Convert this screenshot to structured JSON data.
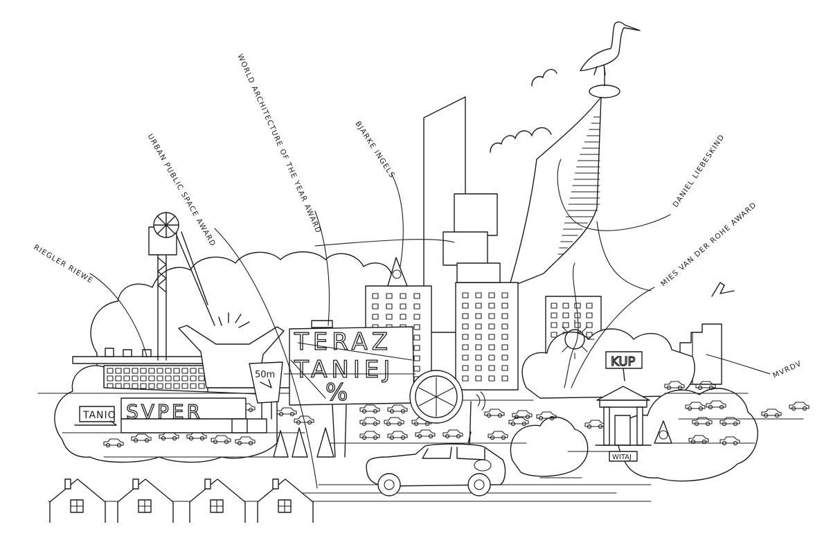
{
  "labels": {
    "riegler_riewe": "RIEGLER RIEWE",
    "urban_public_space": "URBAN PUBLIC SPACE AWARD",
    "world_architecture": "WORLD ARCHITECTURE OF THE YEAR AWARD",
    "bjarke_ingels": "BJARKE INGELS",
    "daniel_libeskind": "DANIEL LIEBESKIND",
    "mies_van_der_rohe": "MIES VAN DER ROHE AWARD",
    "mvrdv": "MVRDV"
  },
  "signs": {
    "billboard_line1": "TERAZ",
    "billboard_line2": "TANIEJ",
    "billboard_symbol": "%",
    "tanio": "TANIO",
    "super": "SVPER",
    "distance": "50m",
    "kup": "KUP",
    "witaj": "WITAJ"
  },
  "colors": {
    "ink": "#1a1a1a",
    "paper": "#ffffff"
  }
}
